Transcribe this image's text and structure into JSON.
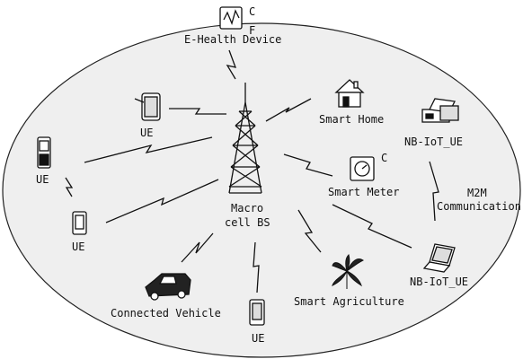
{
  "labels": {
    "ehealth": "E-Health Device",
    "ehealth_c": "C",
    "ehealth_f": "F",
    "smart_home": "Smart Home",
    "nbiot_ue_top": "NB-IoT_UE",
    "smart_meter": "Smart Meter",
    "smart_meter_c": "C",
    "m2m_line1": "M2M",
    "m2m_line2": "Communication",
    "nbiot_ue_bottom": "NB-IoT_UE",
    "smart_agriculture": "Smart Agriculture",
    "ue_bottom": "UE",
    "connected_vehicle": "Connected Vehicle",
    "ue_left_lower": "UE",
    "ue_left_upper": "UE",
    "ue_top_left": "UE",
    "macro_line1": "Macro",
    "macro_line2": "cell BS"
  },
  "colors": {
    "ellipse_fill": "#efefef",
    "ellipse_stroke": "#222222",
    "line": "#111111"
  }
}
